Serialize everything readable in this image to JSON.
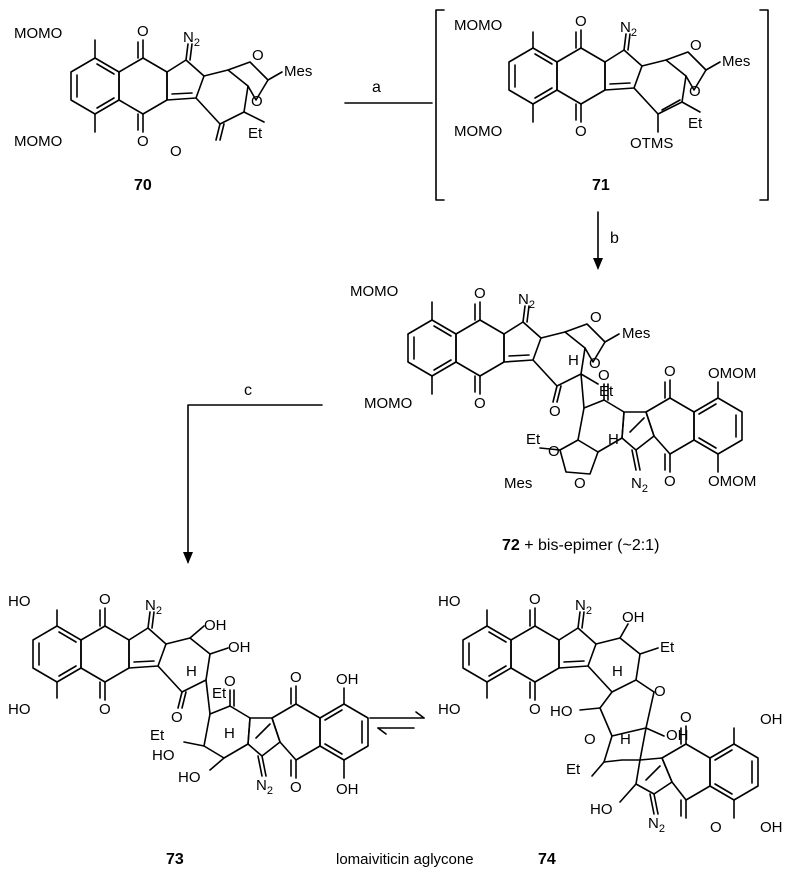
{
  "scheme": {
    "compounds": {
      "c70": {
        "number": "70"
      },
      "c71": {
        "number": "71"
      },
      "c72": {
        "number": "72",
        "suffix": " + bis-epimer (~2:1)"
      },
      "c73": {
        "number": "73"
      },
      "c74": {
        "number": "74"
      }
    },
    "reagents": {
      "a": "a",
      "b": "b",
      "c": "c"
    },
    "caption": "lomaiviticin aglycone",
    "atoms": {
      "momo": "MOMO",
      "omom": "OMOM",
      "o": "O",
      "n2": "N",
      "n2_sub": "2",
      "mes": "Mes",
      "et": "Et",
      "otms": "OTMS",
      "ho": "HO",
      "oh": "OH",
      "h": "H"
    }
  }
}
